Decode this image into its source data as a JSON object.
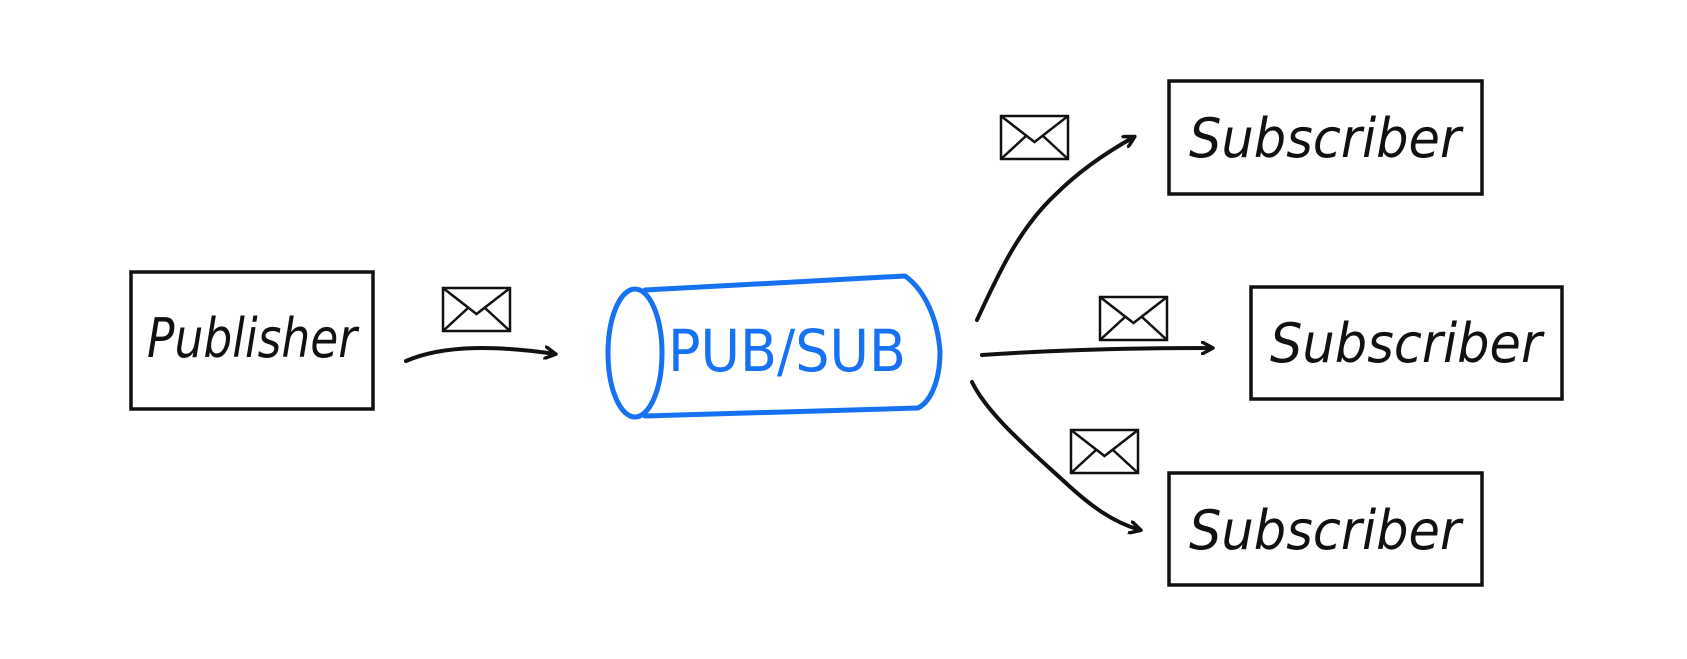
{
  "publisher": {
    "label": "Publisher"
  },
  "hub": {
    "label": "PUB/SUB",
    "color": "#1672f3"
  },
  "subscribers": [
    {
      "label": "Subscriber"
    },
    {
      "label": "Subscriber"
    },
    {
      "label": "Subscriber"
    }
  ],
  "colors": {
    "ink": "#111111",
    "background": "#ffffff"
  },
  "icons": {
    "message": "envelope-icon",
    "flow": "arrow-icon"
  }
}
